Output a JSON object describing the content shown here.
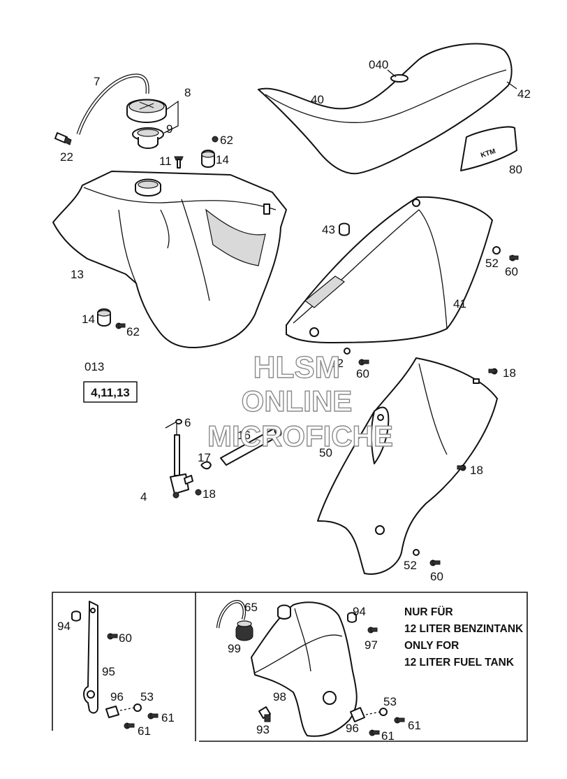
{
  "labels": {
    "p7": "7",
    "p8": "8",
    "p9": "9",
    "p22": "22",
    "p62a": "62",
    "p11": "11",
    "p14a": "14",
    "p040": "040",
    "p40": "40",
    "p42": "42",
    "p80": "80",
    "p13": "13",
    "p43": "43",
    "p52a": "52",
    "p60a": "60",
    "p41": "41",
    "p14b": "14",
    "p62b": "62",
    "p52b": "52",
    "p60b": "60",
    "p18a": "18",
    "p013": "013",
    "kit": "4,11,13",
    "p6": "6",
    "p16": "16",
    "p17": "17",
    "p4": "4",
    "p18b": "18",
    "p50": "50",
    "p18c": "18",
    "p52c": "52",
    "p60c": "60",
    "p94a": "94",
    "p60d": "60",
    "p95": "95",
    "p96a": "96",
    "p53a": "53",
    "p61a": "61",
    "p61b": "61",
    "p65": "65",
    "p99": "99",
    "p98": "98",
    "p94b": "94",
    "p97": "97",
    "p53b": "53",
    "p61c": "61",
    "p93": "93",
    "p96b": "96",
    "p61d": "61"
  },
  "note_lines": [
    "NUR FÜR",
    "12 LITER BENZINTANK",
    "ONLY FOR",
    "12 LITER FUEL TANK"
  ],
  "seat_badge": "KTM",
  "watermark": [
    "HLSM",
    "ONLINE",
    "MICROFICHE"
  ]
}
